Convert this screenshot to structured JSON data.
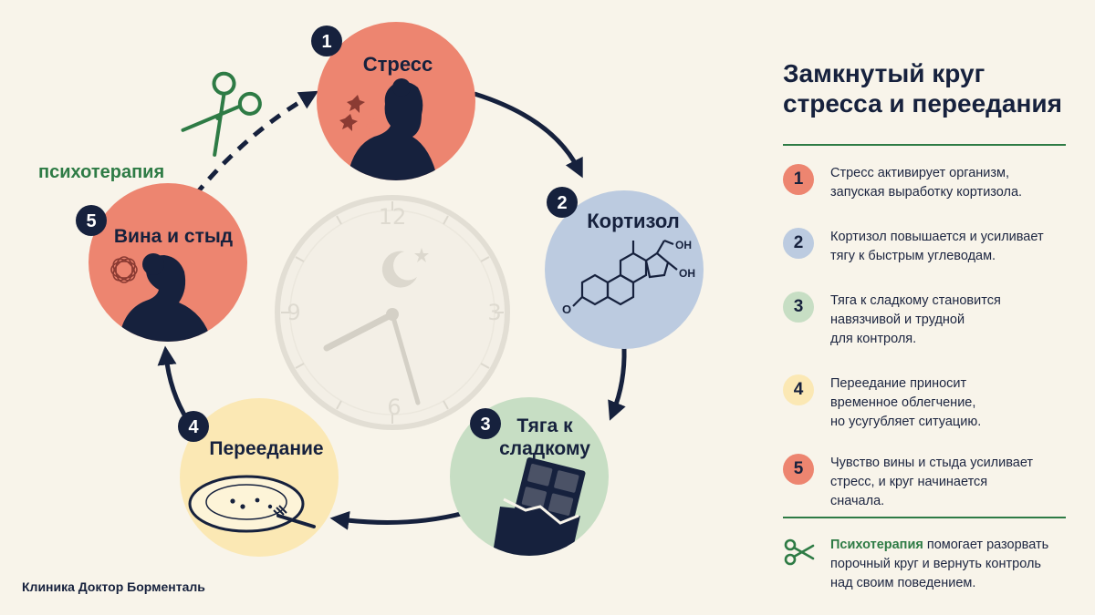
{
  "colors": {
    "stress": "#ed8570",
    "cortisol": "#bccbe0",
    "craving": "#c7dec4",
    "overeating": "#fbe8b4",
    "guilt": "#ed8570",
    "navy": "#16213d",
    "green": "#2e7b45",
    "background": "#f8f4ea"
  },
  "brand": "Клиника Доктор Борменталь",
  "therapy_label": "психотерапия",
  "clock": {
    "n12": "12",
    "n3": "3",
    "n6": "6",
    "n9": "9"
  },
  "stages": [
    {
      "num": "1",
      "title_lines": [
        "Стресс"
      ],
      "icon": "stressed-woman-icon"
    },
    {
      "num": "2",
      "title_lines": [
        "Кортизол"
      ],
      "icon": "cortisol-molecule-icon",
      "chem": {
        "oh1": "OH",
        "oh2": "OH",
        "o": "O"
      }
    },
    {
      "num": "3",
      "title_lines": [
        "Тяга к",
        "сладкому"
      ],
      "icon": "chocolate-bar-icon"
    },
    {
      "num": "4",
      "title_lines": [
        "Переедание"
      ],
      "icon": "empty-plate-icon"
    },
    {
      "num": "5",
      "title_lines": [
        "Вина и стыд"
      ],
      "icon": "sad-woman-icon"
    }
  ],
  "side": {
    "title": "Замкнутый круг\nстресса и переедания",
    "items": [
      {
        "num": "1",
        "text": "Стресс активирует организм,\nзапуская выработку кортизола."
      },
      {
        "num": "2",
        "text": "Кортизол повышается и усиливает\nтягу к быстрым углеводам."
      },
      {
        "num": "3",
        "text": "Тяга к сладкому становится\nнавязчивой и трудной\nдля контроля."
      },
      {
        "num": "4",
        "text": "Переедание приносит\nвременное облегчение,\nно усугубляет ситуацию."
      },
      {
        "num": "5",
        "text": "Чувство вины и стыда усиливает\nстресс, и круг начинается\nсначала."
      }
    ],
    "note_bold": "Психотерапия",
    "note_rest": " помогает разорвать\nпорочный круг и вернуть контроль\nнад своим поведением."
  }
}
